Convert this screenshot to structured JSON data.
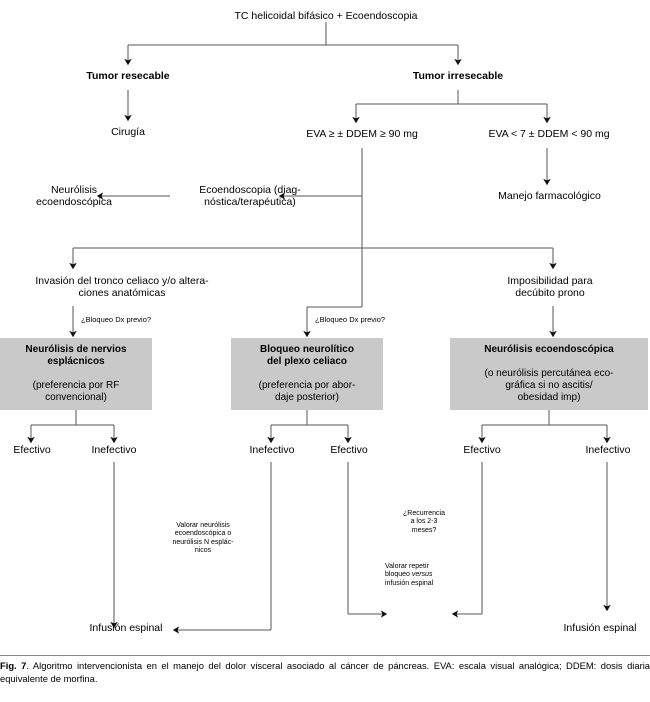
{
  "figure": {
    "label": "Fig. 7",
    "caption": ". Algoritmo intervencionista en el manejo del dolor visceral asociado al cáncer de páncreas. EVA: escala visual analógica; DDEM: dosis diaria equivalente de morfina."
  },
  "colors": {
    "box_fill": "#c9c9c9",
    "line": "#555555",
    "text": "#000000",
    "page_background": "#ffffff"
  },
  "nodes": {
    "root": "TC helicoidal bifásico + Ecoendoscopia",
    "resectable": "Tumor resecable",
    "irresectable": "Tumor irresecable",
    "surgery": "Cirugía",
    "eva_high": "EVA ≥ ± DDEM ≥ 90 mg",
    "eva_low": "EVA < 7 ± DDEM < 90 mg",
    "ecoendoscopia": "Ecoendoscopia (diag-\nnóstica/terapéutica)",
    "neurolisis_eco": "Neurólisis\necoendoscópica",
    "manejo_farm": "Manejo farmacológico",
    "invasion": "Invasión del tronco celiaco y/o altera-\nciones anatómicas",
    "imposibilidad": "Imposibilidad para\ndecúbito prono",
    "bloqueo_dx_1": "¿Bloqueo Dx previo?",
    "bloqueo_dx_2": "¿Bloqueo Dx previo?"
  },
  "gray_boxes": [
    {
      "id": "neurolisis-esplacnicos",
      "title": "Neurólisis de nervios\nesplácnicos",
      "subtitle": "(preferencia por RF\nconvencional)"
    },
    {
      "id": "bloqueo-plexo-celiaco",
      "title": "Bloqueo neurolítico\ndel plexo celiaco",
      "subtitle": "(preferencia por abor-\ndaje posterior)"
    },
    {
      "id": "neurolisis-ecoendoscopica",
      "title": "Neurólisis ecoendoscópica",
      "subtitle": "(o neurólisis percutánea eco-\ngráfica si no ascitis/\nobesidad imp)"
    }
  ],
  "outcomes": {
    "col1_left": "Efectivo",
    "col1_right": "Inefectivo",
    "col2_left": "Inefectivo",
    "col2_right": "Efectivo",
    "col3_left": "Efectivo",
    "col3_right": "Inefectivo"
  },
  "annotations": {
    "valorar_neurolisis": "Valorar neurólisis\necoendoscópica o\nneurólisis N esplác-\nnicos",
    "recurrencia": "¿Recurrencia\na los 2-3\nmeses?",
    "valorar_repetir_pre": "Valorar repetir\nbloqueo ",
    "valorar_repetir_italic": "versus",
    "valorar_repetir_post": "\ninfusión espinal"
  },
  "terminals": {
    "infusion_left": "Infusión espinal",
    "infusion_right": "Infusión espinal"
  }
}
